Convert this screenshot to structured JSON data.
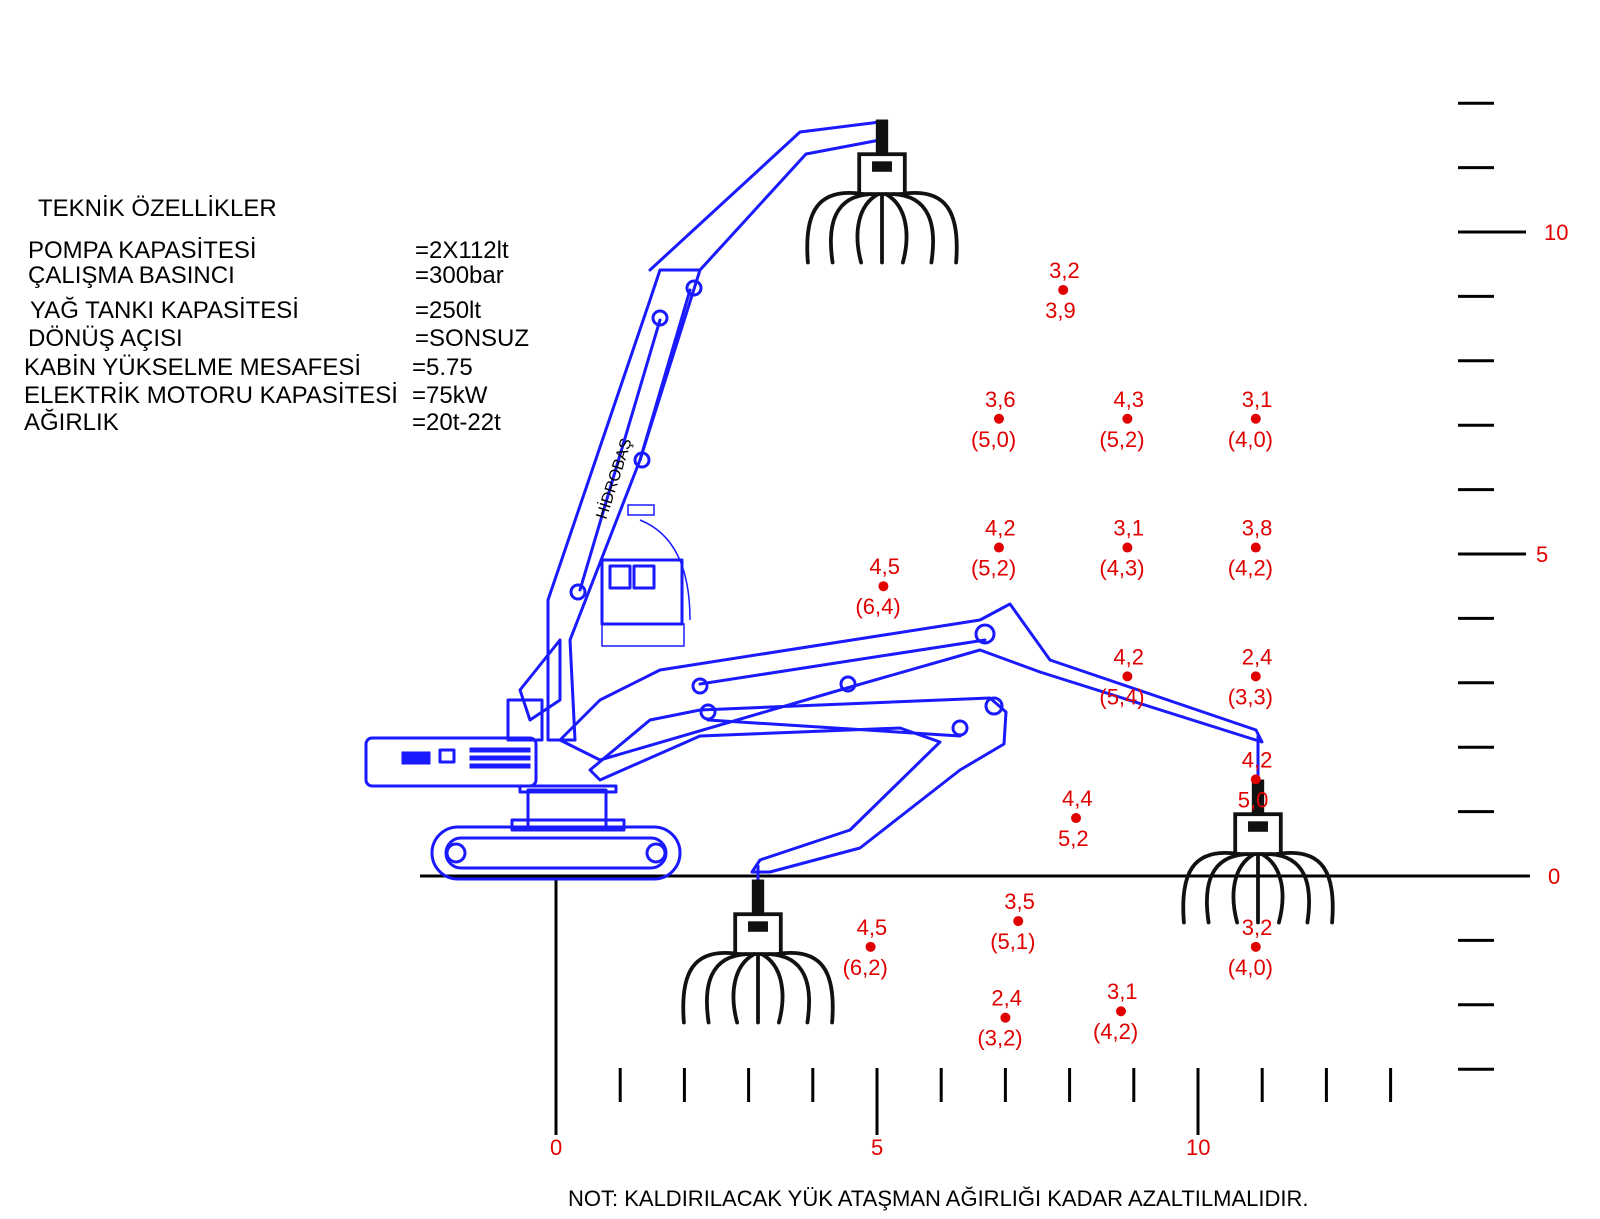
{
  "specs": {
    "title": "TEKNİK ÖZELLİKLER",
    "rows": [
      {
        "label": "POMPA KAPASİTESİ",
        "value": "=2X112lt"
      },
      {
        "label": "ÇALIŞMA BASINCI",
        "value": "=300bar"
      },
      {
        "label": "YAĞ TANKI KAPASİTESİ",
        "value": "=250lt"
      },
      {
        "label": "DÖNÜŞ AÇISI",
        "value": "=SONSUZ"
      },
      {
        "label": "KABİN YÜKSELME MESAFESİ",
        "value": "=5.75"
      },
      {
        "label": "ELEKTRİK MOTORU KAPASİTESİ",
        "value": "=75kW"
      },
      {
        "label": "AĞIRLIK",
        "value": "=20t-22t"
      }
    ]
  },
  "brand": "HİDROBAŞ",
  "note": "NOT: KALDIRILACAK YÜK ATAŞMAN AĞIRLIĞI KADAR AZALTILMALIDIR.",
  "axes": {
    "x_labels": [
      {
        "v": 0,
        "text": "0"
      },
      {
        "v": 5,
        "text": "5"
      },
      {
        "v": 10,
        "text": "10"
      }
    ],
    "y_labels": [
      {
        "v": 0,
        "text": "0"
      },
      {
        "v": 5,
        "text": "5"
      },
      {
        "v": 10,
        "text": "10"
      }
    ],
    "x_range": [
      0,
      13
    ],
    "y_range": [
      -3,
      12
    ]
  },
  "capacities": [
    {
      "x": 7.9,
      "y": 9.1,
      "top": "3,2",
      "bottom": "3,9"
    },
    {
      "x": 6.9,
      "y": 7.1,
      "top": "3,6",
      "bottom": "(5,0)"
    },
    {
      "x": 8.9,
      "y": 7.1,
      "top": "4,3",
      "bottom": "(5,2)"
    },
    {
      "x": 10.9,
      "y": 7.1,
      "top": "3,1",
      "bottom": "(4,0)"
    },
    {
      "x": 6.9,
      "y": 5.1,
      "top": "4,2",
      "bottom": "(5,2)"
    },
    {
      "x": 8.9,
      "y": 5.1,
      "top": "3,1",
      "bottom": "(4,3)"
    },
    {
      "x": 10.9,
      "y": 5.1,
      "top": "3,8",
      "bottom": "(4,2)"
    },
    {
      "x": 5.1,
      "y": 4.5,
      "top": "4,5",
      "bottom": "(6,4)"
    },
    {
      "x": 8.9,
      "y": 3.1,
      "top": "4,2",
      "bottom": "(5,4)"
    },
    {
      "x": 10.9,
      "y": 3.1,
      "top": "2,4",
      "bottom": "(3,3)"
    },
    {
      "x": 10.9,
      "y": 1.5,
      "top": "4,2",
      "bottom": "5,0"
    },
    {
      "x": 8.1,
      "y": 0.9,
      "top": "4,4",
      "bottom": "5,2"
    },
    {
      "x": 7.2,
      "y": -0.7,
      "top": "3,5",
      "bottom": "(5,1)"
    },
    {
      "x": 4.9,
      "y": -1.1,
      "top": "4,5",
      "bottom": "(6,2)"
    },
    {
      "x": 10.9,
      "y": -1.1,
      "top": "3,2",
      "bottom": "(4,0)"
    },
    {
      "x": 7.0,
      "y": -2.2,
      "top": "2,4",
      "bottom": "(3,2)"
    },
    {
      "x": 8.8,
      "y": -2.1,
      "top": "3,1",
      "bottom": "(4,2)"
    }
  ]
}
